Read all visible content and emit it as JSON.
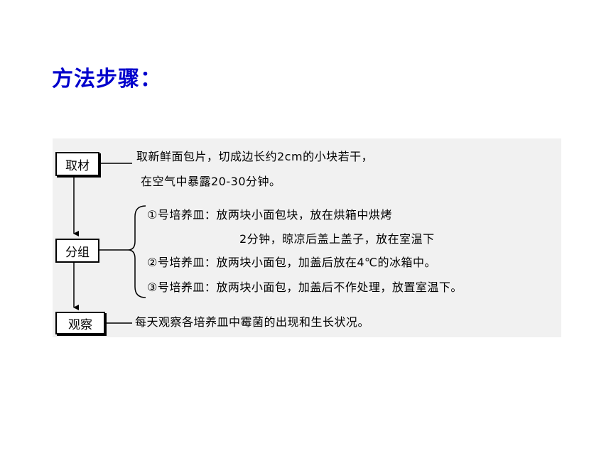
{
  "title": "方法步骤：",
  "steps": {
    "sampling": {
      "label": "取材",
      "lines": [
        "取新鲜面包片，切成边长约2cm的小块若干，",
        "在空气中暴露20-30分钟。"
      ]
    },
    "grouping": {
      "label": "分组",
      "lines": [
        "①号培养皿：放两块小面包块，放在烘箱中烘烤",
        "2分钟，晾凉后盖上盖子，放在室温下",
        "②号培养皿：放两块小面包，加盖后放在4℃的冰箱中。",
        "③号培养皿：放两块小面包，加盖后不作处理，放置室温下。"
      ]
    },
    "observation": {
      "label": "观察",
      "lines": [
        "每天观察各培养皿中霉菌的出现和生长状况。"
      ]
    }
  },
  "colors": {
    "title": "#0000cc",
    "panel": "#f1f1f1",
    "line": "#000000"
  }
}
